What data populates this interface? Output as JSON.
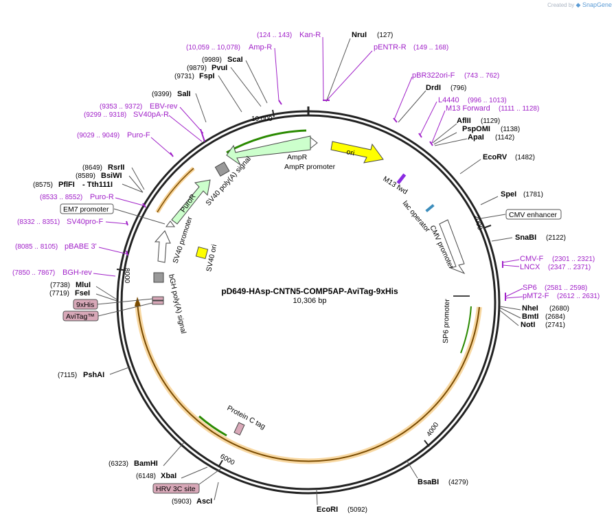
{
  "watermark": {
    "prefix": "Created by",
    "brand": "SnapGene"
  },
  "plasmid": {
    "name": "pD649-HAsp-CNTN5-COMP5AP-AviTag-9xHis",
    "length": "10,306 bp"
  },
  "ticks": [
    "10,000",
    "2000",
    "4000",
    "6000",
    "8000"
  ],
  "enzymes": [
    {
      "name": "NruI",
      "pos": "(127)"
    },
    {
      "name": "DrdI",
      "pos": "(796)"
    },
    {
      "name": "AflII",
      "pos": "(1129)"
    },
    {
      "name": "PspOMI",
      "pos": "(1138)"
    },
    {
      "name": "ApaI",
      "pos": "(1142)"
    },
    {
      "name": "EcoRV",
      "pos": "(1482)"
    },
    {
      "name": "SpeI",
      "pos": "(1781)"
    },
    {
      "name": "SnaBI",
      "pos": "(2122)"
    },
    {
      "name": "NheI",
      "pos": "(2680)"
    },
    {
      "name": "BmtI",
      "pos": "(2684)"
    },
    {
      "name": "NotI",
      "pos": "(2741)"
    },
    {
      "name": "BsaBI",
      "pos": "(4279)"
    },
    {
      "name": "EcoRI",
      "pos": "(5092)"
    },
    {
      "name": "AscI",
      "pos": "(5903)"
    },
    {
      "name": "XbaI",
      "pos": "(6148)"
    },
    {
      "name": "BamHI",
      "pos": "(6323)"
    },
    {
      "name": "PshAI",
      "pos": "(7115)"
    },
    {
      "name": "FseI",
      "pos": "(7719)"
    },
    {
      "name": "MluI",
      "pos": "(7738)"
    },
    {
      "name": "PflFI",
      "pos": "(8575)"
    },
    {
      "name": "Tth111I",
      "pos": ""
    },
    {
      "name": "BsiWI",
      "pos": "(8589)"
    },
    {
      "name": "RsrII",
      "pos": "(8649)"
    },
    {
      "name": "SalI",
      "pos": "(9399)"
    },
    {
      "name": "FspI",
      "pos": "(9731)"
    },
    {
      "name": "PvuI",
      "pos": "(9879)"
    },
    {
      "name": "ScaI",
      "pos": "(9989)"
    }
  ],
  "primers": [
    {
      "name": "Kan-R",
      "pos": "(124 .. 143)"
    },
    {
      "name": "pENTR-R",
      "pos": "(149 .. 168)"
    },
    {
      "name": "pBR322ori-F",
      "pos": "(743 .. 762)"
    },
    {
      "name": "L4440",
      "pos": "(996 .. 1013)"
    },
    {
      "name": "M13 Forward",
      "pos": "(1111 .. 1128)"
    },
    {
      "name": "CMV-F",
      "pos": "(2301 .. 2321)"
    },
    {
      "name": "LNCX",
      "pos": "(2347 .. 2371)"
    },
    {
      "name": "SP6",
      "pos": "(2581 .. 2598)"
    },
    {
      "name": "pMT2-F",
      "pos": "(2612 .. 2631)"
    },
    {
      "name": "BGH-rev",
      "pos": "(7850 .. 7867)"
    },
    {
      "name": "pBABE 3'",
      "pos": "(8085 .. 8105)"
    },
    {
      "name": "SV40pro-F",
      "pos": "(8332 .. 8351)"
    },
    {
      "name": "Puro-R",
      "pos": "(8533 .. 8552)"
    },
    {
      "name": "Puro-F",
      "pos": "(9029 .. 9049)"
    },
    {
      "name": "SV40pA-R",
      "pos": "(9299 .. 9318)"
    },
    {
      "name": "EBV-rev",
      "pos": "(9353 .. 9372)"
    },
    {
      "name": "Amp-R",
      "pos": "(10,059 .. 10,078)"
    }
  ],
  "boxed_labels": [
    "CMV enhancer",
    "EM7 promoter",
    "9xHis",
    "AviTag™",
    "HRV 3C site"
  ],
  "features": [
    "ori",
    "AmpR",
    "AmpR promoter",
    "M13 fwd",
    "lac operator",
    "CMV promoter",
    "SP6 promoter",
    "Protein C tag",
    "bGH poly(A) signal",
    "SV40 ori",
    "SV40 promoter",
    "PuroR",
    "SV40 poly(A) signal"
  ],
  "colors": {
    "primer": "#a020c8",
    "ori": "#ffff00",
    "ampr": "#ccffcc",
    "orf": "#f5c77a",
    "orf_inner": "#7a4b00",
    "tag": "#d8a8b8",
    "green": "#2a8a00",
    "gray_box": "#999999"
  }
}
